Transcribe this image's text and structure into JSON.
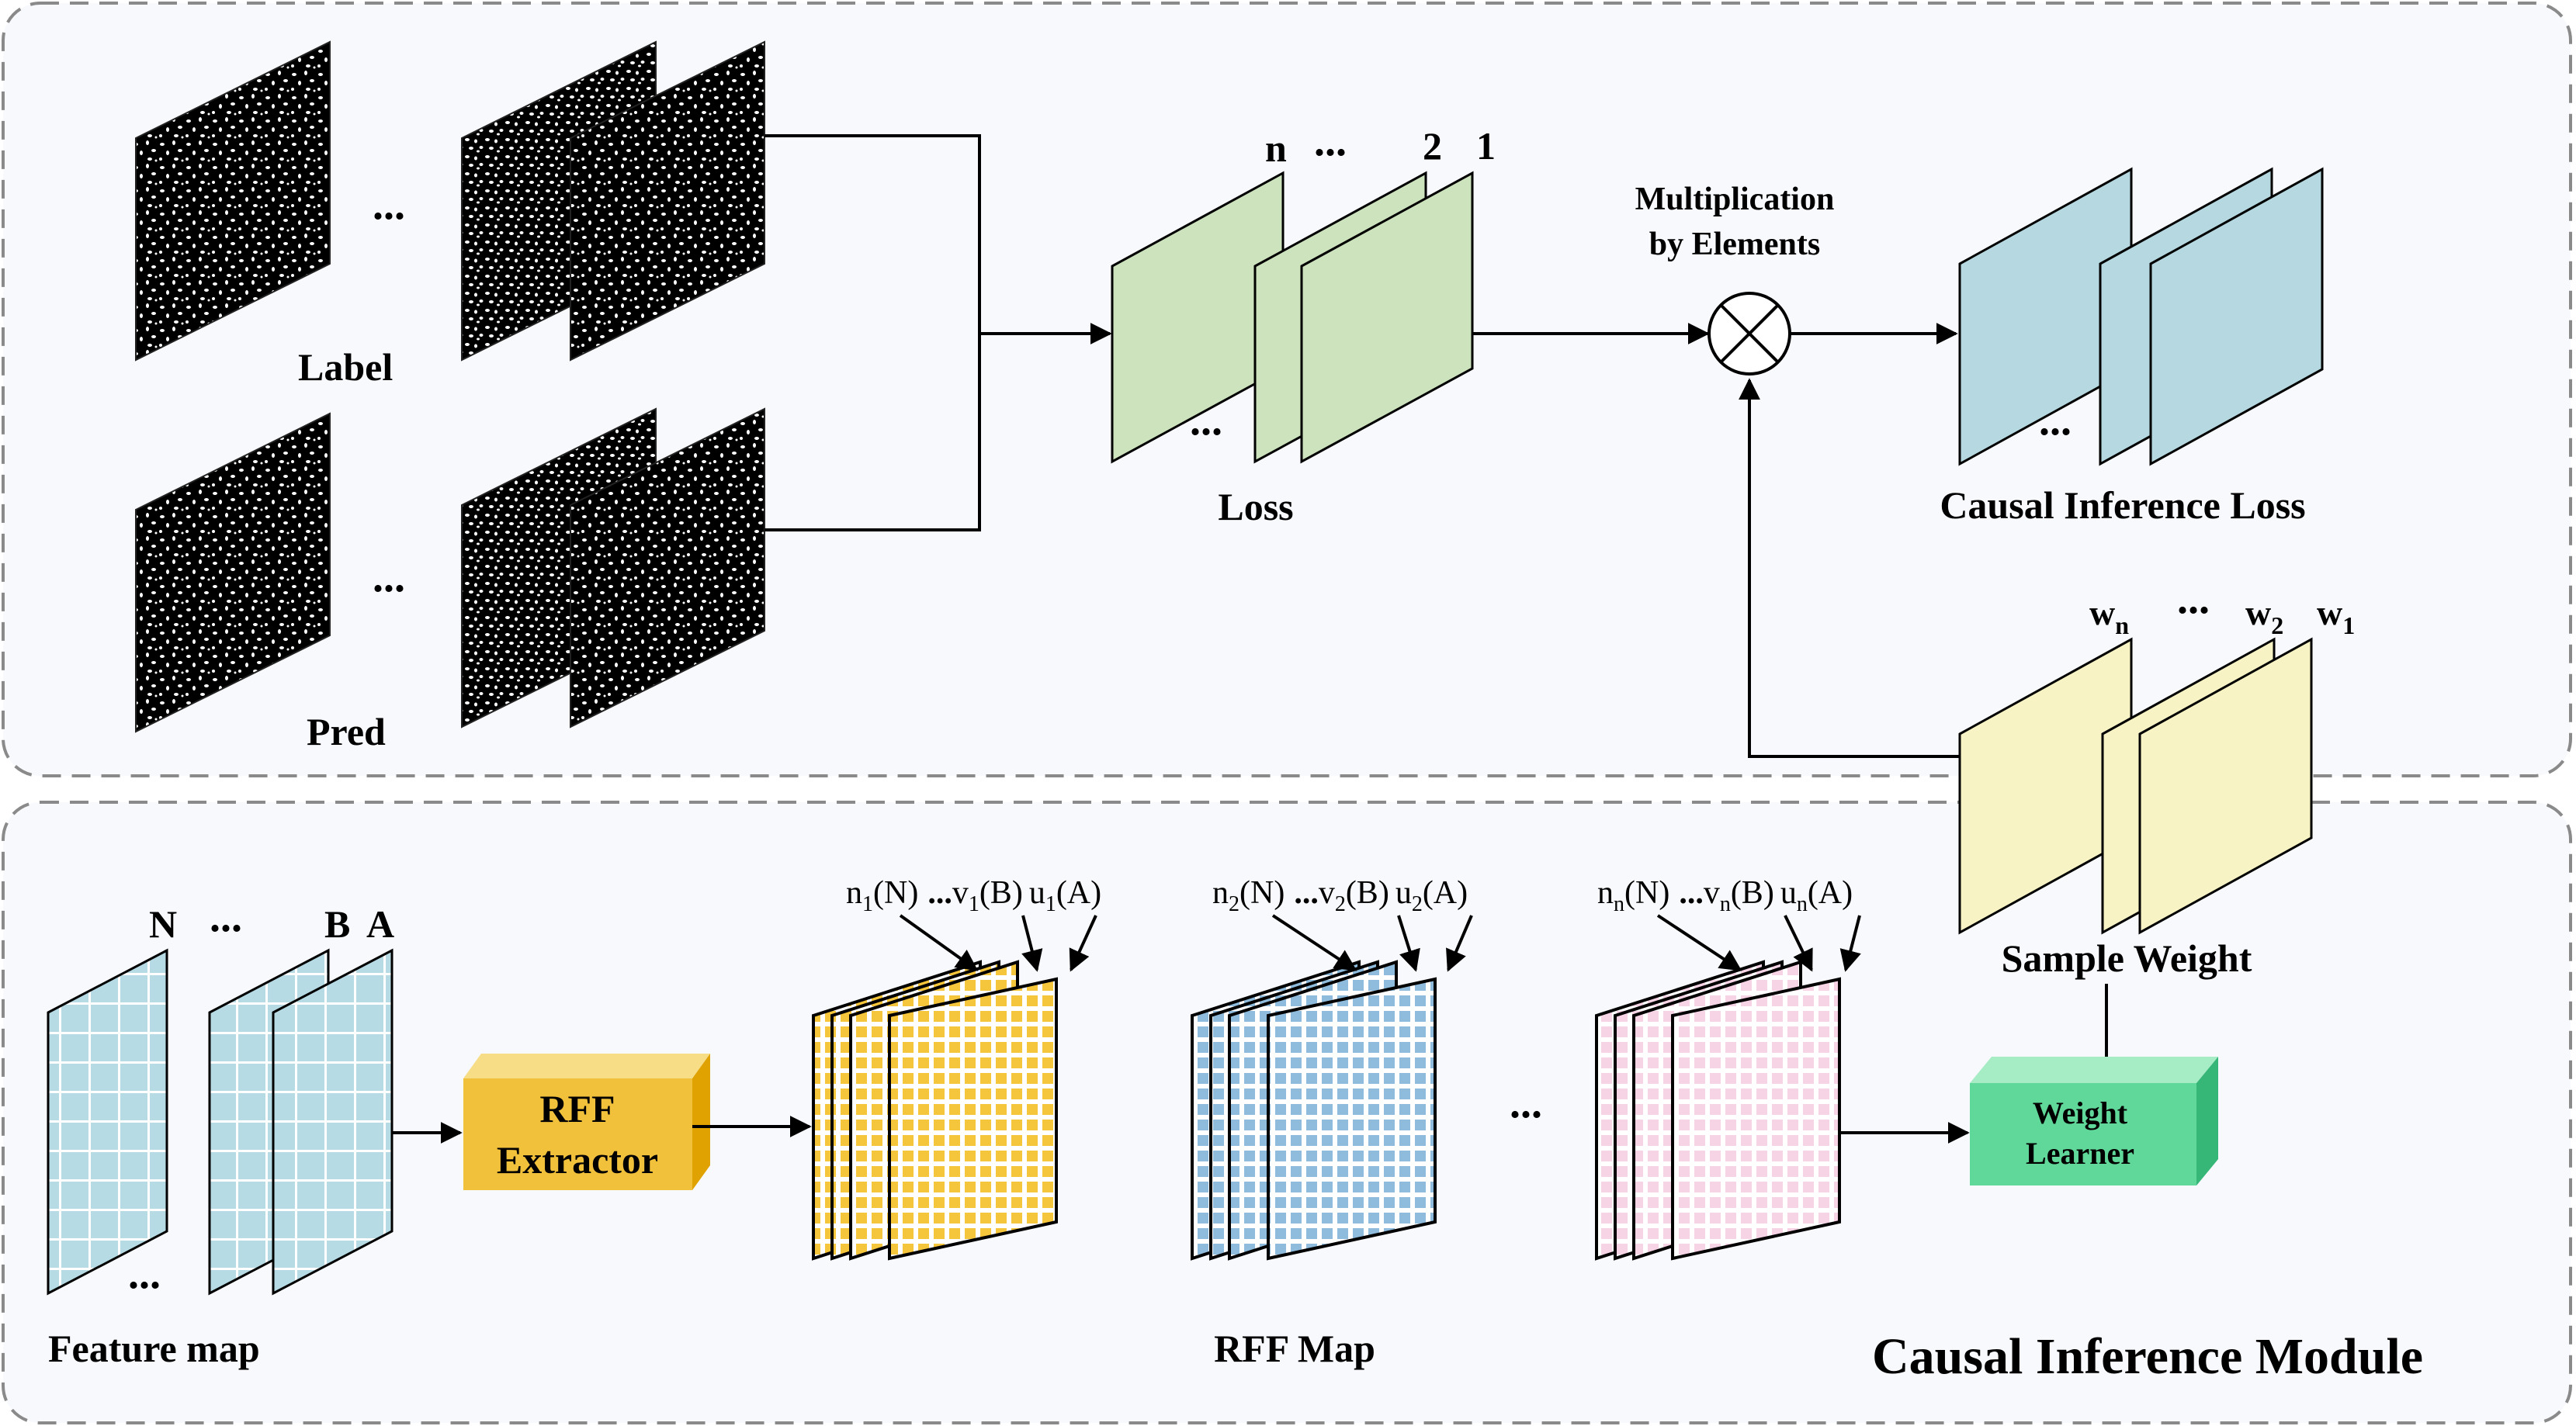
{
  "colors": {
    "panel_fill": "#f7f9fc",
    "panel_border": "#8a8a8a",
    "loss_green": "#cde3bd",
    "causal_blue": "#b6d9e1",
    "sample_yellow": "#f7f3c4",
    "feature_blue": "#b7dbe5",
    "rff_yellow": "#f5c53c",
    "rff_blue": "#8fbcdc",
    "rff_pink": "#f7d3e6",
    "extractor_front": "#f2c13b",
    "extractor_top": "#f7dd85",
    "extractor_side": "#e0a200",
    "learner_front": "#5fd89a",
    "learner_top": "#a6ecc5",
    "learner_side": "#36b677"
  },
  "top": {
    "label_text": "Label",
    "pred_text": "Pred",
    "row_ellipsis": "...",
    "loss_indices": {
      "n": "n",
      "dots": "...",
      "two": "2",
      "one": "1"
    },
    "loss_text": "Loss",
    "stack_ellipsis": "...",
    "multiplication_line1": "Multiplication",
    "multiplication_line2": "by Elements",
    "causal_loss_text": "Causal Inference Loss",
    "weights": {
      "wn_base": "w",
      "wn_sub": "n",
      "dots": "...",
      "w2_base": "w",
      "w2_sub": "2",
      "w1_base": "w",
      "w1_sub": "1"
    },
    "sample_weight_text": "Sample Weight"
  },
  "bottom": {
    "feature_letters": {
      "n": "N",
      "dots": "...",
      "b": "B",
      "a": "A"
    },
    "feature_dots": "...",
    "feature_map_text": "Feature map",
    "extractor_line1": "RFF",
    "extractor_line2": "Extractor",
    "rff_group1": {
      "n_base": "n",
      "n_sub": "1",
      "n_arg": "(N)",
      "dots": "...",
      "v_base": "v",
      "v_sub": "1",
      "v_arg": "(B)",
      "u_base": "u",
      "u_sub": "1",
      "u_arg": "(A)"
    },
    "rff_group2": {
      "n_base": "n",
      "n_sub": "2",
      "n_arg": "(N)",
      "dots": "...",
      "v_base": "v",
      "v_sub": "2",
      "v_arg": "(B)",
      "u_base": "u",
      "u_sub": "2",
      "u_arg": "(A)"
    },
    "rff_group3": {
      "n_base": "n",
      "n_sub": "n",
      "n_arg": "(N)",
      "dots": "...",
      "v_base": "v",
      "v_sub": "n",
      "v_arg": "(B)",
      "u_base": "u",
      "u_sub": "n",
      "u_arg": "(A)"
    },
    "between_maps_dots": "...",
    "rff_map_text": "RFF Map",
    "learner_line1": "Weight",
    "learner_line2": "Learner",
    "module_title": "Causal Inference Module"
  }
}
